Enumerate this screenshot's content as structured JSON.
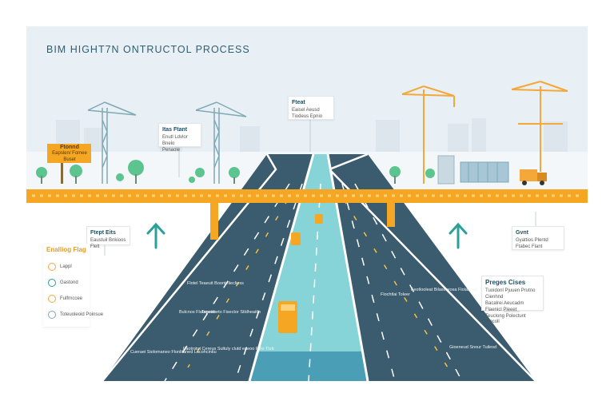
{
  "header": {
    "title": "BIM HIGHT7N ONTRUCTOL PROCESS"
  },
  "callouts": {
    "sign_left": {
      "title": "Ftonnd",
      "lines": [
        "Eapslen/ Fomee",
        "Buset"
      ]
    },
    "top_left": {
      "title": "Itas Ftant",
      "lines": [
        "Enutl Ldvlor Bnelo",
        "Penaole"
      ]
    },
    "top_center": {
      "title": "Fteat",
      "lines": [
        "Eaisel Aeusd",
        "Tiodeus Epnio"
      ]
    },
    "mid_left": {
      "title": "Ftept Eits",
      "lines": [
        "Eaustuil Bnkioos Flelt"
      ]
    },
    "mid_right": {
      "title": "Gvnt",
      "lines": [
        "Gyattios Plentd",
        "Ftabec Flant"
      ]
    },
    "progress": {
      "title": "Preges Cises",
      "lines": [
        "Tuoidonl Pjuuen Prutno Cienhnd",
        "Bacalrei Aeucadm Flaenicl Pleeet",
        "Teuclong Polectunt Piocoll"
      ]
    }
  },
  "legend": {
    "title": "Enalliog Flag",
    "items": [
      "Lappl",
      "Gastond",
      "Fulfrnccee",
      "Toteuoleoid Poinsue"
    ]
  },
  "road_labels": {
    "l1": [
      "Flotel Teaeuit",
      "Boonteliecliess"
    ],
    "l2": [
      "Bulcnos",
      "Flatanoite"
    ],
    "l3": [
      "Tepeebeto Fisector",
      "Stldheaitlo"
    ],
    "l4": [
      "Cueraei Siolomaneo",
      "Flonlitaned",
      "Lacohcintiu"
    ],
    "l5": [
      "Faotrotut Cereus",
      "Sultuly clutd",
      "eaeoo Felo Tlob"
    ],
    "r1": [
      "Flochtlai",
      "Toleer"
    ],
    "r2": [
      "Feotlooleat",
      "Bilasenrosa",
      "Flolaanod"
    ],
    "r3": [
      "Gioeneud Snour",
      "Tuilesd"
    ]
  },
  "colors": {
    "accent_orange": "#f5a623",
    "road_dark": "#3b5b6e",
    "teal_lane": "#86d3d8",
    "teal_arrow": "#2aa198",
    "crane_blue": "#7fa9b5",
    "crane_orange": "#f3a839",
    "tree_green": "#5cc48e",
    "sky": "#e8f0f5"
  },
  "icons": [
    "up-arrow-icon",
    "tower-crane-icon",
    "tree-icon",
    "truck-icon",
    "building-icon",
    "bridge-icon",
    "route-sign-icon"
  ]
}
